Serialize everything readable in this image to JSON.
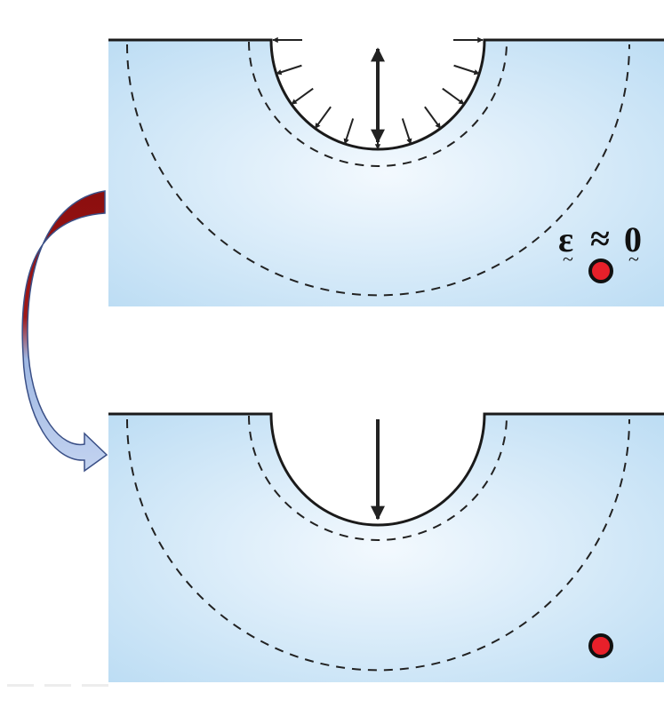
{
  "panels": [
    {
      "name": "before-excavation-panel",
      "shows_boundary_tractions": true,
      "shows_central_arrow": "up-and-down"
    },
    {
      "name": "after-excavation-panel",
      "shows_boundary_tractions": false,
      "shows_central_arrow": "down"
    }
  ],
  "equation": {
    "lhs": "ε",
    "relation": "≈",
    "rhs": "0",
    "lhs_decoration": "~",
    "rhs_decoration": "~"
  },
  "colors": {
    "domain_fill_edge": "#b9dbf3",
    "domain_fill_center": "#f3f9fe",
    "boundary_line": "#1a1a1a",
    "arrow": "#222222",
    "marker_fill": "#e8202a",
    "marker_stroke": "#111111",
    "curved_arrow_top": "#8b0e0e",
    "curved_arrow_bottom": "#9fb8e3"
  },
  "icons": {
    "marker": "red-dot-icon",
    "transfer_arrow": "curved-arrow-icon"
  }
}
